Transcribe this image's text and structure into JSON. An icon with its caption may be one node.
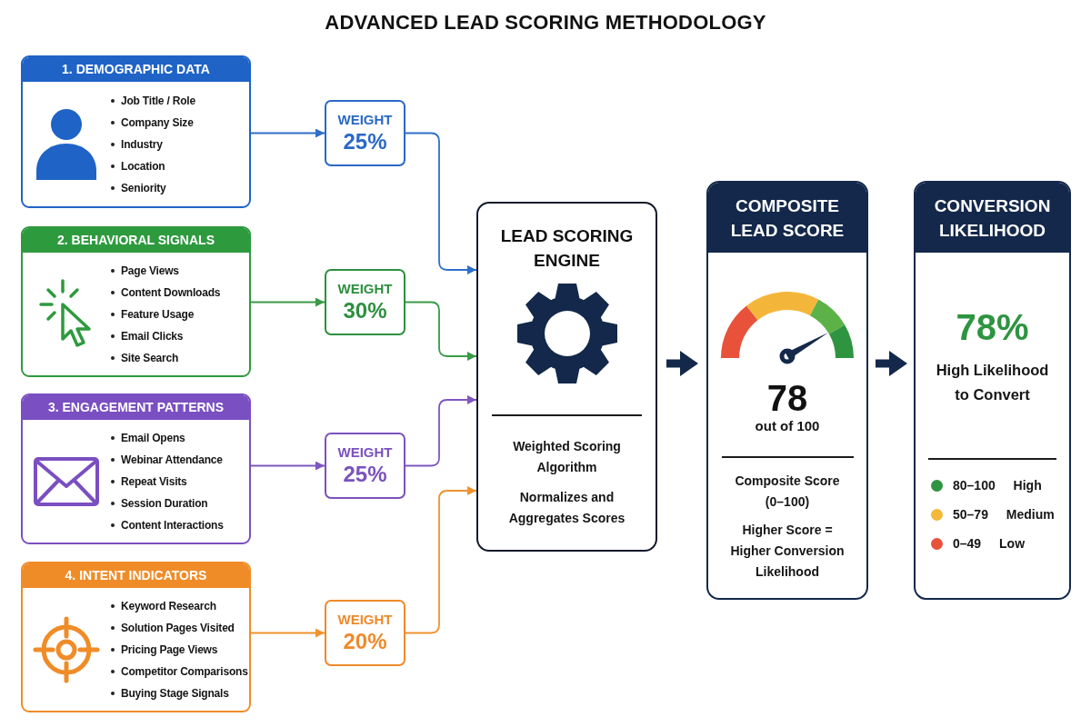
{
  "diagram": {
    "title": "ADVANCED LEAD SCORING METHODOLOGY",
    "nodes": [
      {
        "text": [
          "1. DEMOGRAPHIC DATA",
          "Job Title / Role",
          "Company Size",
          "Industry",
          "Location",
          "Seniority"
        ]
      },
      {
        "text": [
          "2. BEHAVIORAL SIGNALS",
          "Page Views",
          "Content Downloads",
          "Feature Usage",
          "Email Clicks",
          "Site Search"
        ]
      },
      {
        "text": [
          "3. ENGAGEMENT PATTERNS",
          "Email Opens",
          "Webinar Attendance",
          "Repeat Visits",
          "Session Duration",
          "Content Interactions"
        ]
      },
      {
        "text": [
          "4. INTENT INDICATORS",
          "Keyword Research",
          "Solution Pages Visited",
          "Pricing Page Views",
          "Competitor Comparisons",
          "Buying Stage Signals"
        ]
      },
      {
        "text": [
          "WEIGHT",
          "25%"
        ]
      },
      {
        "text": [
          "WEIGHT",
          "30%"
        ]
      },
      {
        "text": [
          "WEIGHT",
          "25%"
        ]
      },
      {
        "text": [
          "WEIGHT",
          "20%"
        ]
      },
      {
        "text": [
          "LEAD SCORING ENGINE",
          "Weighted Scoring Algorithm",
          "Normalizes and Aggregates Scores"
        ]
      },
      {
        "text": [
          "COMPOSITE LEAD SCORE",
          "78",
          "out of 100",
          "Composite Score (0–100)",
          "Higher Score = Higher Conversion Likelihood"
        ]
      },
      {
        "text": [
          "CONVERSION LIKELIHOOD",
          "78%",
          "High Likelihood to Convert"
        ]
      }
    ],
    "edges": [
      {
        "from": 0,
        "to": 4,
        "arrow": "to",
        "color": "#2f6fcb"
      },
      {
        "from": 1,
        "to": 5,
        "arrow": "to",
        "color": "#3a9a48"
      },
      {
        "from": 2,
        "to": 6,
        "arrow": "to",
        "color": "#7e57c2"
      },
      {
        "from": 3,
        "to": 7,
        "arrow": "to",
        "color": "#f0922e"
      },
      {
        "from": 4,
        "to": 8,
        "arrow": "to",
        "color": "#2f6fcb"
      },
      {
        "from": 5,
        "to": 8,
        "arrow": "to",
        "color": "#3a9a48"
      },
      {
        "from": 6,
        "to": 8,
        "arrow": "to",
        "color": "#7e57c2"
      },
      {
        "from": 7,
        "to": 8,
        "arrow": "to",
        "color": "#f0922e"
      },
      {
        "from": 8,
        "to": 9,
        "arrow": "to",
        "style": "thick",
        "color": "#13284a"
      },
      {
        "from": 9,
        "to": 10,
        "arrow": "to",
        "style": "thick",
        "color": "#13284a"
      }
    ],
    "legend": [
      {
        "text": "80–100 High",
        "color": "#2e9440"
      },
      {
        "text": "50–79 Medium",
        "color": "#f4b83a"
      },
      {
        "text": "0–49 Low",
        "color": "#e8533a"
      }
    ]
  }
}
